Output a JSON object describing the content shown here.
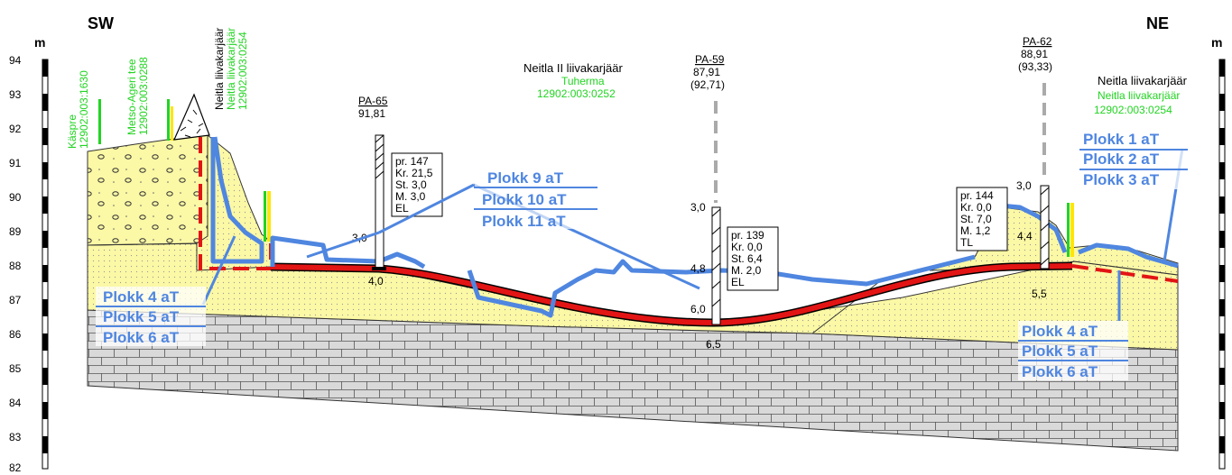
{
  "header": {
    "left": "SW",
    "right": "NE",
    "unit": "m"
  },
  "axis": {
    "ticks": [
      "94",
      "93",
      "92",
      "91",
      "90",
      "89",
      "88",
      "87",
      "86",
      "85",
      "84",
      "83",
      "82"
    ]
  },
  "parcels": [
    {
      "name": "Käspre",
      "code": "12902:003:1630"
    },
    {
      "name": "Metso-Ageri tee",
      "code": "12902:003:0288"
    },
    {
      "owner": "Neitla liivakarjäär",
      "name": "Neitla liivakarjäär",
      "code": "12902:003:0254"
    },
    {
      "owner": "Neitla II liivakarjäär",
      "name": "Tuherma",
      "code": "12902:003:0252"
    },
    {
      "owner": "Neitla liivakarjäär",
      "name": "Neitla liivakarjäär",
      "code": "12902:003:0254"
    }
  ],
  "boreholes": [
    {
      "id": "PA-65",
      "elev": "91,81",
      "depth_top": "3,0",
      "depth_bottom": "4,0",
      "table": [
        "pr. 147",
        "Kr. 21,5",
        "St. 3,0",
        "M. 3,0",
        "EL"
      ]
    },
    {
      "id": "PA-59",
      "elev": "87,91",
      "elev2": "(92,71)",
      "d1": "3,0",
      "d2": "4,8",
      "d3": "6,0",
      "d4": "6,5",
      "table": [
        "pr. 139",
        "Kr. 0,0",
        "St. 6,4",
        "M. 2,0",
        "EL"
      ]
    },
    {
      "id": "PA-62",
      "elev": "88,91",
      "elev2": "(93,33)",
      "d1": "3,0",
      "d2": "4,4",
      "d3": "5,5",
      "table": [
        "pr. 144",
        "Kr. 0,0",
        "St. 7,0",
        "M. 1,2",
        "TL"
      ]
    }
  ],
  "blocks": {
    "mid": [
      "Plokk 9 aT",
      "Plokk 10 aT",
      "Plokk 11 aT"
    ],
    "left": [
      "Plokk 4 aT",
      "Plokk 5 aT",
      "Plokk 6 aT"
    ],
    "right_bottom": [
      "Plokk 4 aT",
      "Plokk 5 aT",
      "Plokk 6 aT"
    ],
    "right_top": [
      "Plokk 1 aT",
      "Plokk 2 aT",
      "Plokk 3 aT"
    ]
  },
  "colors": {
    "sand": "#fbf8a6",
    "limestone": "#d9d9d9",
    "block_line": "#4f86e0",
    "boundary": "#e21414",
    "label_green": "#22d422"
  }
}
